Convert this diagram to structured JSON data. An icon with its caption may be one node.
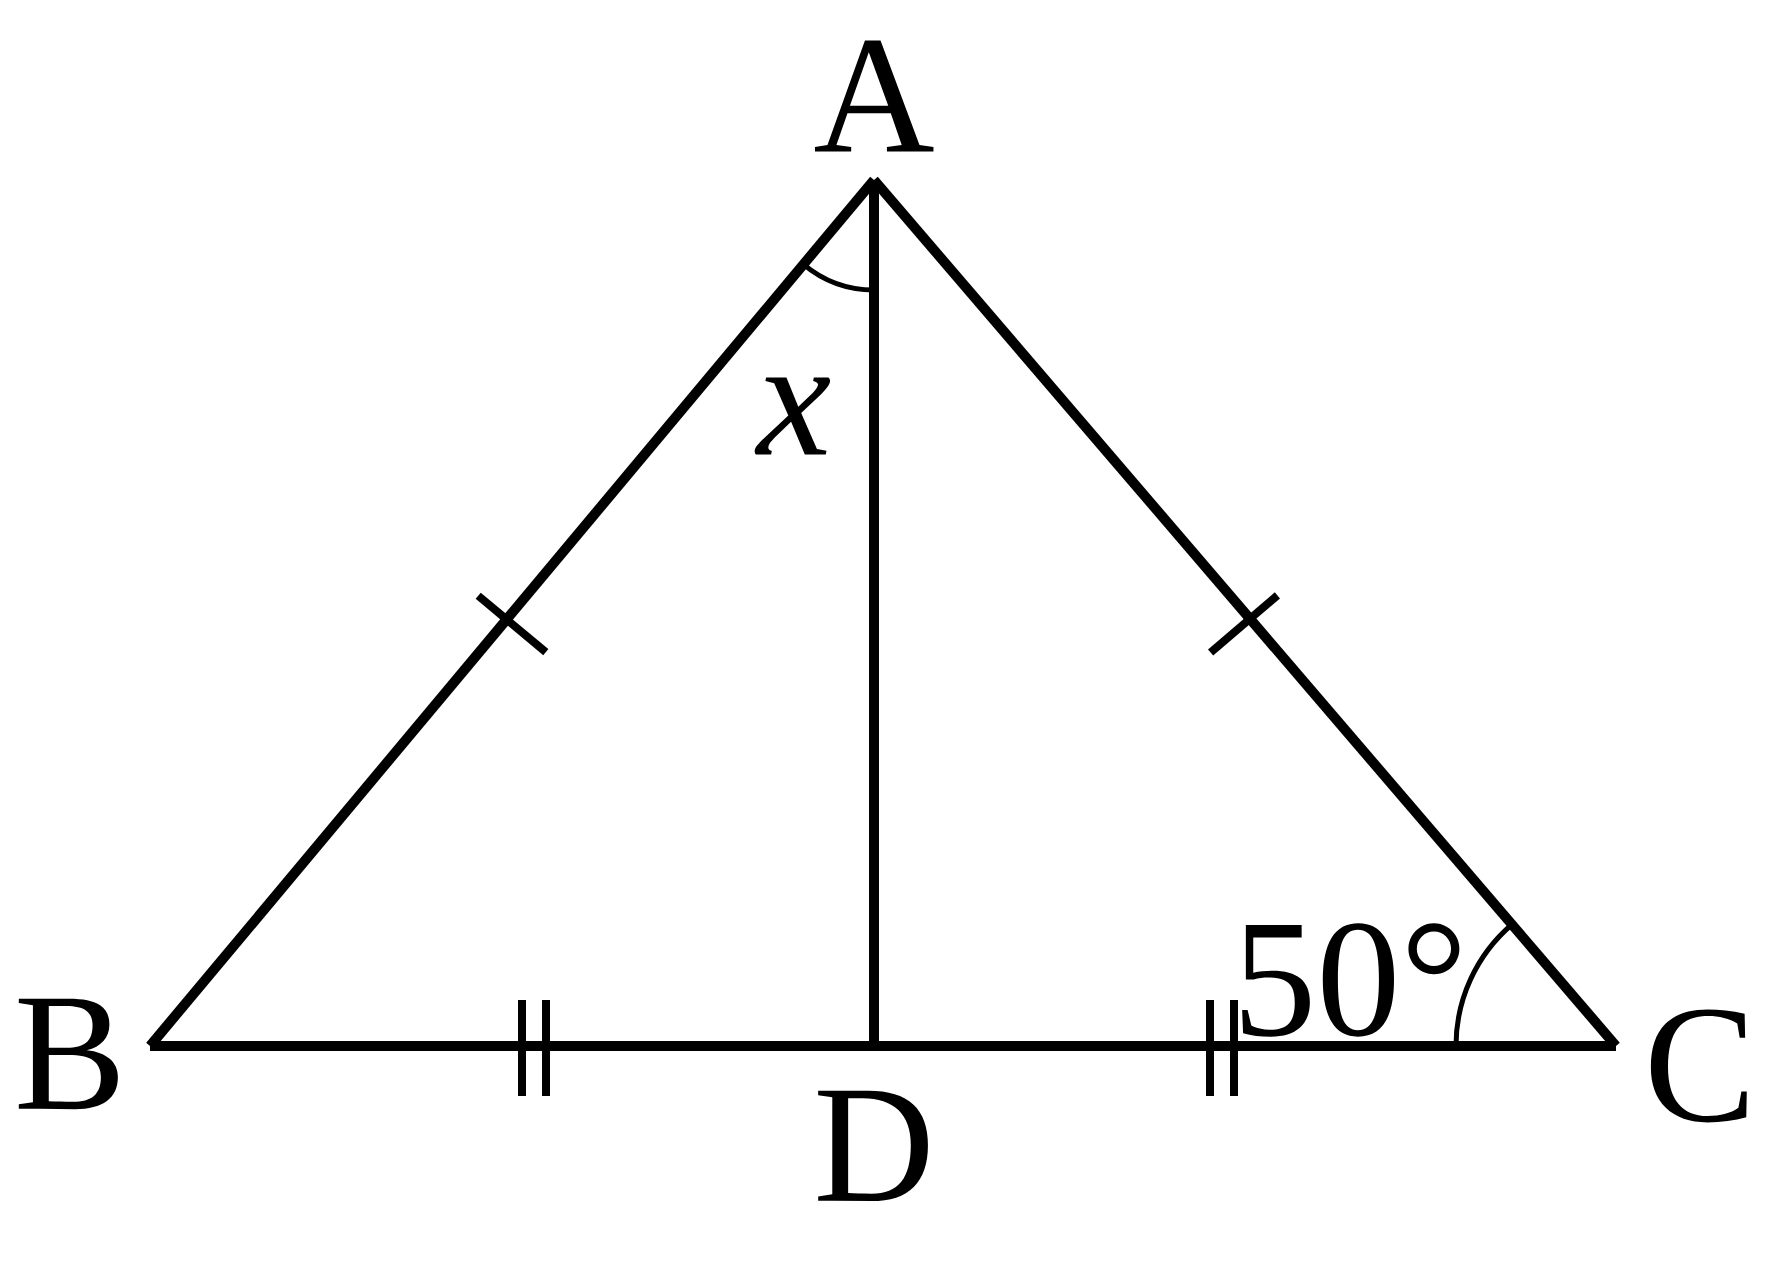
{
  "diagram": {
    "nodes": [
      {
        "text": [
          "A"
        ]
      },
      {
        "text": [
          "B"
        ]
      },
      {
        "text": [
          "C"
        ]
      },
      {
        "text": [
          "D"
        ]
      }
    ],
    "edges": [
      {
        "from": 0,
        "to": 1,
        "arrow": "none"
      },
      {
        "from": 0,
        "to": 2,
        "arrow": "none"
      },
      {
        "from": 1,
        "to": 3,
        "arrow": "none"
      },
      {
        "from": 3,
        "to": 2,
        "arrow": "none"
      },
      {
        "from": 0,
        "to": 3,
        "arrow": "none"
      }
    ],
    "labels": [
      "x",
      "50°"
    ]
  }
}
